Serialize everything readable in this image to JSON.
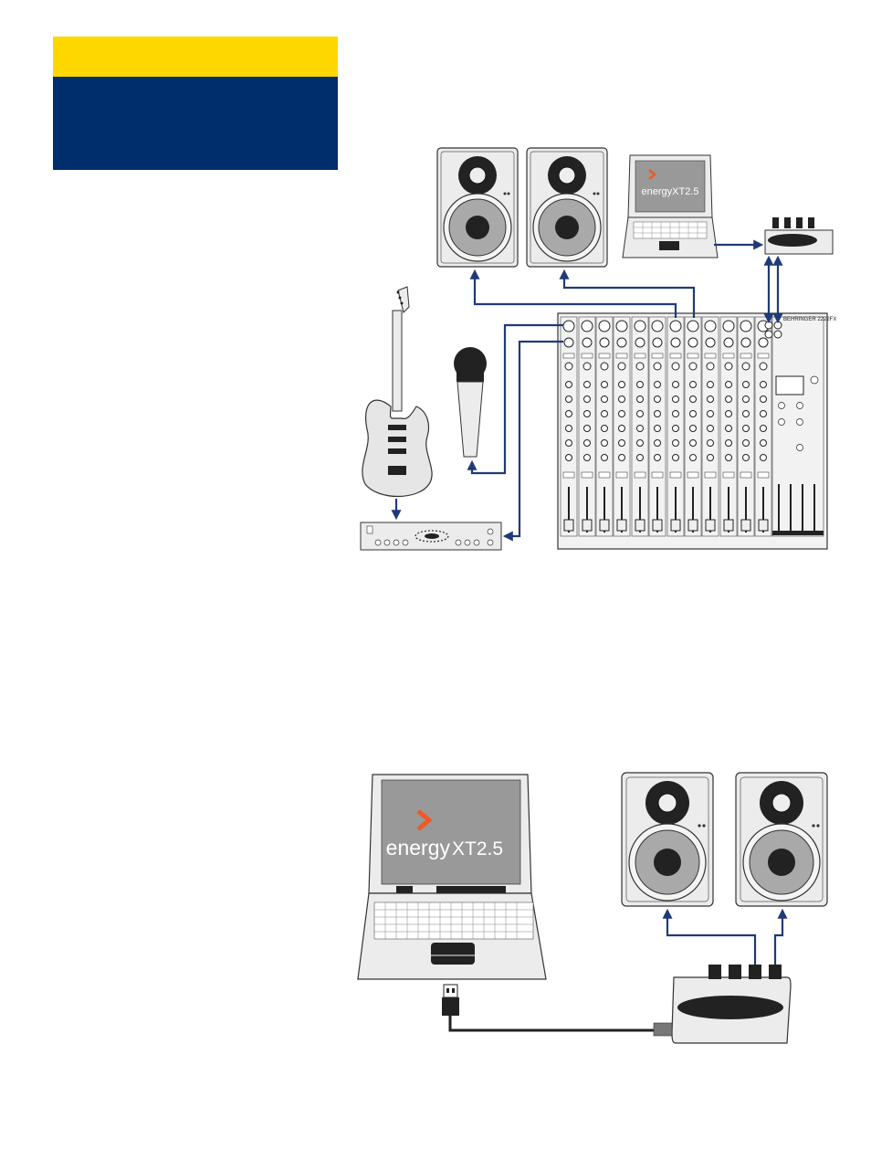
{
  "software_name_small": "energyXT2.5",
  "software_name_large_prefix": "energy",
  "software_name_large_suffix": "XT2.5",
  "mixer_model": "BEHRINGER 2222FX",
  "colors": {
    "header_yellow": "#ffd700",
    "header_blue": "#002e6d",
    "cable_blue": "#1f3a78",
    "logo_orange": "#ef5a24",
    "device_fill": "#ececec",
    "device_stroke": "#333333",
    "woofer_fill": "#a9a9a9"
  }
}
